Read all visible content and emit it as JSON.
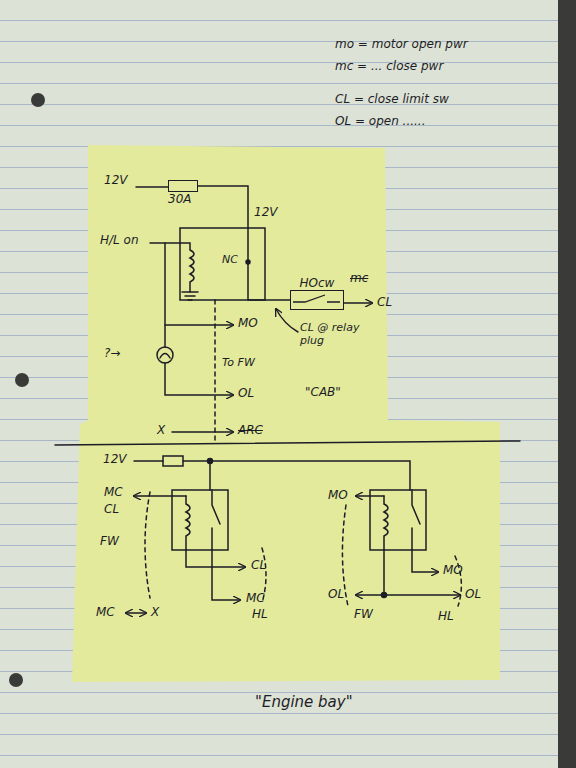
{
  "diagram": {
    "nodes": [
      {
        "text": [
          "30A"
        ]
      },
      {
        "text": [
          "HOcw"
        ]
      }
    ],
    "edges": [
      {
        "from": 0,
        "to": 1,
        "arrow": "none"
      }
    ],
    "labels": [
      "mo = motor open pwr",
      "mc = ... close pwr",
      "CL = close limit sw",
      "OL = open ......",
      "12V",
      "12V",
      "H/L on",
      "NC",
      "mc",
      "CL",
      "CL @ relay plug",
      "MO",
      "?→",
      "To FW",
      "OL",
      "\"CAB\"",
      "X",
      "ARC",
      "12V",
      "MC",
      "CL",
      "FW",
      "MC",
      "X",
      "CL",
      "MC",
      "HL",
      "MO",
      "OL",
      "FW",
      "MO",
      "OL",
      "HL",
      "\"Engine bay\""
    ]
  }
}
